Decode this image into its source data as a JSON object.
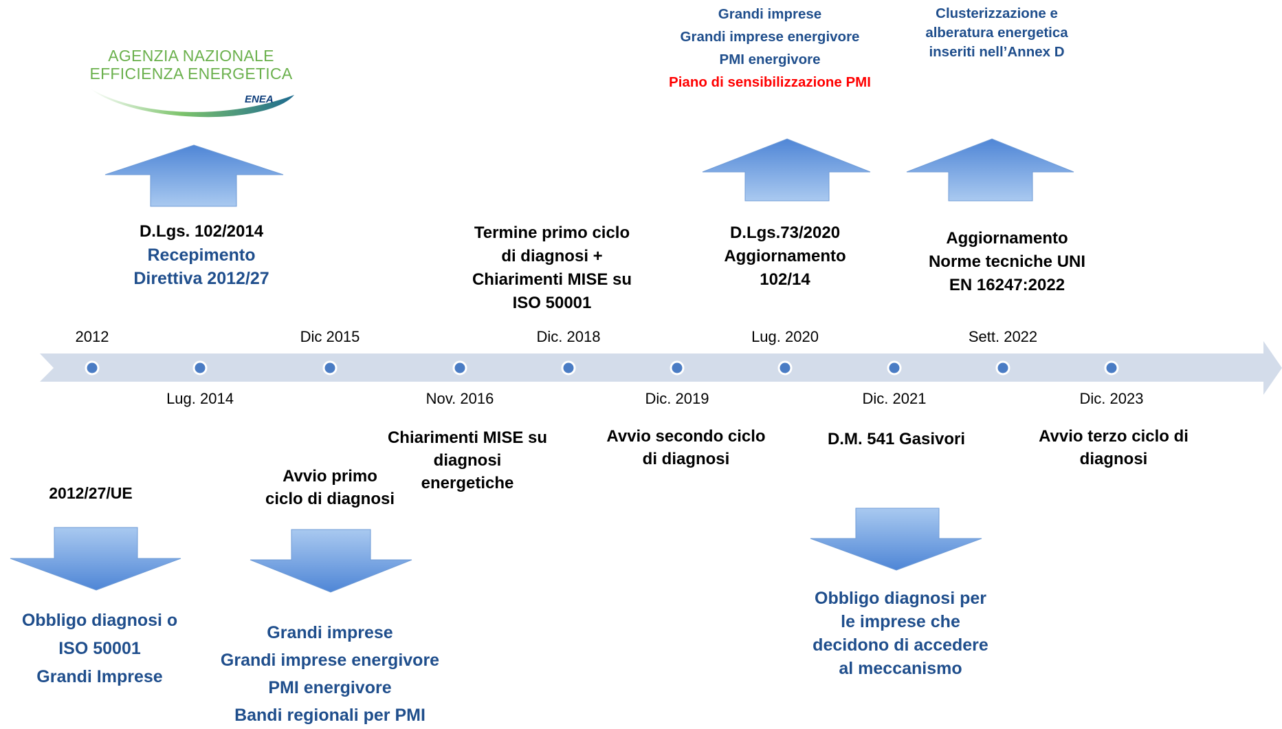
{
  "logo": {
    "line1": "AGENZIA NAZIONALE",
    "line2": "EFFICIENZA ENERGETICA",
    "mark": "ENEA"
  },
  "timeline": {
    "dates_top": [
      "2012",
      "Dic 2015",
      "Dic. 2018",
      "Lug. 2020",
      "Sett. 2022"
    ],
    "dates_bottom": [
      "Lug. 2014",
      "Nov. 2016",
      "Dic. 2019",
      "Dic. 2021",
      "Dic. 2023"
    ]
  },
  "above": {
    "e2014": {
      "line1": "D.Lgs. 102/2014",
      "line2": "Recepimento",
      "line3": "Direttiva 2012/27"
    },
    "e2018": {
      "line1": "Termine primo ciclo",
      "line2": "di diagnosi +",
      "line3": "Chiarimenti MISE su",
      "line4": "ISO 50001"
    },
    "e2020": {
      "line1": "D.Lgs.73/2020",
      "line2": "Aggiornamento",
      "line3": "102/14"
    },
    "e2022": {
      "line1": "Aggiornamento",
      "line2": "Norme tecniche UNI",
      "line3": "EN 16247:2022"
    }
  },
  "top_notes": {
    "n2020": {
      "line1": "Grandi imprese",
      "line2": "Grandi imprese energivore",
      "line3": "PMI energivore",
      "line4": "Piano di sensibilizzazione PMI"
    },
    "n2022": {
      "line1": "Clusterizzazione e",
      "line2": "alberatura energetica",
      "line3": "inseriti nell’Annex D"
    }
  },
  "below": {
    "e2012": {
      "line1": "2012/27/UE"
    },
    "e2015": {
      "line1": "Avvio primo",
      "line2": "ciclo di diagnosi"
    },
    "e2016": {
      "line1": "Chiarimenti MISE su",
      "line2": "diagnosi",
      "line3": "energetiche"
    },
    "e2019": {
      "line1": "Avvio secondo ciclo",
      "line2": "di diagnosi"
    },
    "e2021": {
      "line1": "D.M. 541 Gasivori"
    },
    "e2023": {
      "line1": "Avvio terzo ciclo di",
      "line2": "diagnosi"
    }
  },
  "bottom_notes": {
    "n2012": {
      "line1": "Obbligo diagnosi o",
      "line2": "ISO 50001",
      "line3": "Grandi Imprese"
    },
    "n2015": {
      "line1": "Grandi imprese",
      "line2": "Grandi imprese energivore",
      "line3": "PMI energivore",
      "line4": "Bandi regionali per PMI"
    },
    "n2021": {
      "line1": "Obbligo diagnosi per",
      "line2": "le imprese che",
      "line3": "decidono di accedere",
      "line4": "al meccanismo"
    }
  },
  "colors": {
    "timeline_bar": "#d3dcea",
    "dot": "#4a7cc4",
    "arrow_top": "#8db6ea",
    "arrow_bottom": "#4f86d6",
    "blue_text": "#1f4e8c",
    "red_text": "#ff0000",
    "logo_green": "#6ab04c"
  }
}
